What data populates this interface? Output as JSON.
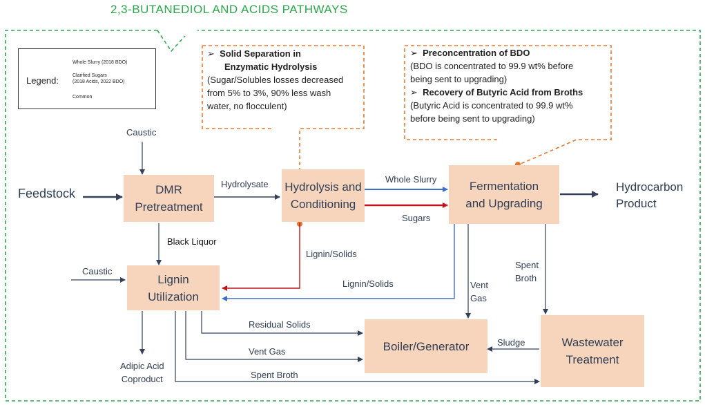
{
  "title": "2,3-BUTANEDIOL AND ACIDS PATHWAYS",
  "legend": {
    "label": "Legend:",
    "whole_slurry": "Whole Slurry (2018 BDO)",
    "clarified_1": "Clarified Sugars",
    "clarified_2": "(2018 Acids, 2022 BDO)",
    "common": "Common",
    "colors": {
      "whole_slurry": "#3b6fcf",
      "clarified": "#c0141a",
      "common": "#111111"
    }
  },
  "callout_left": {
    "bullet": "➢",
    "heading_1": "Solid Separation in",
    "heading_2": "Enzymatic Hydrolysis",
    "body_1": "(Sugar/Solubles losses decreased",
    "body_2": "from 5% to 3%, 90% less wash",
    "body_3": "water, no flocculent)"
  },
  "callout_right": {
    "bullet": "➢",
    "heading_1": "Preconcentration of BDO",
    "body_1a": "(BDO is concentrated to 99.9 wt% before",
    "body_1b": "being sent to upgrading)",
    "heading_2": "Recovery of Butyric Acid from Broths",
    "body_2a": "(Butyric Acid is concentrated to 99.9 wt%",
    "body_2b": "before being sent to upgrading)"
  },
  "boxes": {
    "dmr_1": "DMR",
    "dmr_2": "Pretreatment",
    "hydro_1": "Hydrolysis and",
    "hydro_2": "Conditioning",
    "ferm_1": "Fermentation",
    "ferm_2": "and Upgrading",
    "lignin_1": "Lignin",
    "lignin_2": "Utilization",
    "boiler": "Boiler/Generator",
    "ww_1": "Wastewater",
    "ww_2": "Treatment"
  },
  "labels": {
    "feedstock": "Feedstock",
    "hydrocarbon_1": "Hydrocarbon",
    "hydrocarbon_2": "Product",
    "caustic_top": "Caustic",
    "caustic_left": "Caustic",
    "hydrolysate": "Hydrolysate",
    "whole_slurry": "Whole Slurry",
    "sugars": "Sugars",
    "black_liquor": "Black Liquor",
    "lignin_solids_1": "Lignin/Solids",
    "lignin_solids_2": "Lignin/Solids",
    "vent_gas_1": "Vent",
    "vent_gas_2": "Gas",
    "spent_broth_1": "Spent",
    "spent_broth_2": "Broth",
    "residual_solids": "Residual Solids",
    "vent_gas": "Vent Gas",
    "spent_broth": "Spent Broth",
    "sludge": "Sludge",
    "adipic_1": "Adipic Acid",
    "adipic_2": "Coproduct"
  }
}
